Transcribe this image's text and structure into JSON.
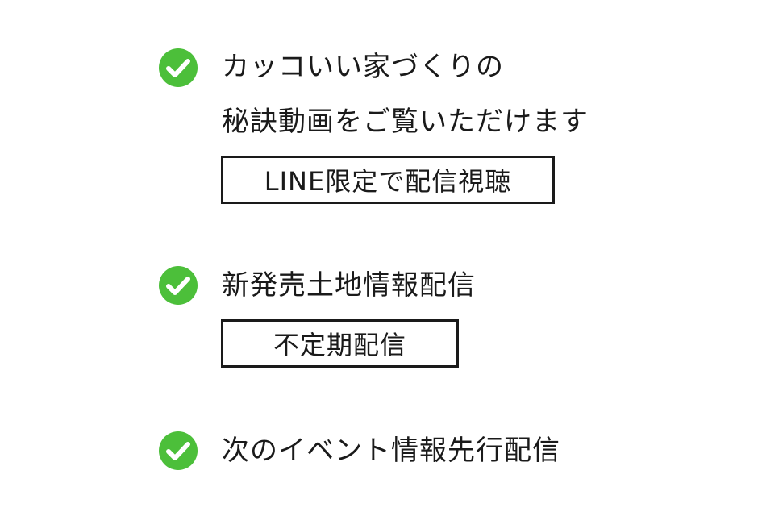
{
  "colors": {
    "check_green": "#4cbf3a",
    "check_mark": "#ffffff",
    "text": "#1a1a1a",
    "tag_border": "#1a1a1a"
  },
  "features": [
    {
      "icon": "check-circle-icon",
      "lines": [
        "カッコいい家づくりの",
        "秘訣動画をご覧いただけます"
      ],
      "tag": "LINE限定で配信視聴"
    },
    {
      "icon": "check-circle-icon",
      "lines": [
        "新発売土地情報配信"
      ],
      "tag": "不定期配信"
    },
    {
      "icon": "check-circle-icon",
      "lines": [
        "次のイベント情報先行配信"
      ]
    }
  ]
}
